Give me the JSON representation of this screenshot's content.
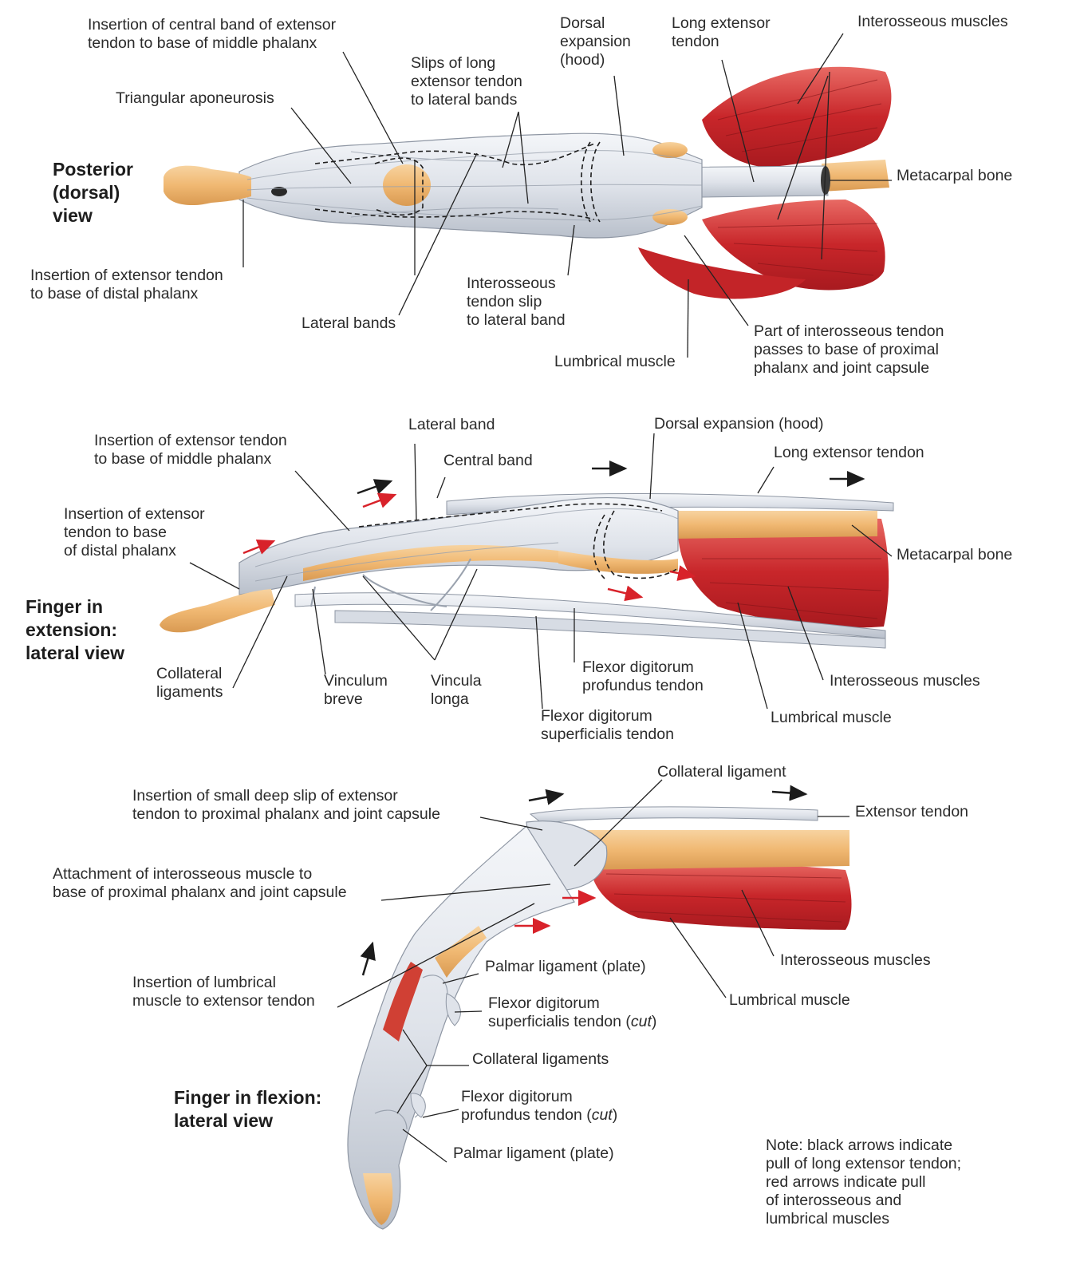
{
  "colors": {
    "muscle": "#c8262a",
    "muscle_light": "#e0595a",
    "bone": "#f0b872",
    "tendon": "#e6e9ee",
    "tendon_shade": "#aab1bd",
    "arrow_black": "#1b1b1b",
    "arrow_red": "#d8222a",
    "text": "#2b2b2b"
  },
  "dorsal": {
    "title": "Posterior\n(dorsal)\nview",
    "labels": {
      "central_band": "Insertion of central band of extensor\ntendon to base of middle phalanx",
      "dorsal_expansion": "Dorsal\nexpansion\n(hood)",
      "long_extensor": "Long extensor\ntendon",
      "interosseous_muscles": "Interosseous muscles",
      "slips": "Slips of long\nextensor tendon\nto lateral bands",
      "triangular": "Triangular aponeurosis",
      "metacarpal": "Metacarpal bone",
      "insertion_distal": "Insertion of extensor tendon\nto base of distal phalanx",
      "interosseous_slip": "Interosseous\ntendon slip\nto lateral band",
      "lateral_bands": "Lateral bands",
      "part_interosseous": "Part of interosseous tendon\npasses to base of proximal\nphalanx and joint capsule",
      "lumbrical": "Lumbrical muscle"
    }
  },
  "extension": {
    "title": "Finger in\nextension:\nlateral view",
    "labels": {
      "lateral_band": "Lateral band",
      "dorsal_expansion": "Dorsal expansion (hood)",
      "insertion_middle": "Insertion of extensor tendon\nto base of middle phalanx",
      "central_band": "Central band",
      "long_extensor": "Long extensor tendon",
      "insertion_distal": "Insertion of extensor\ntendon to base\nof distal phalanx",
      "metacarpal": "Metacarpal bone",
      "collateral": "Collateral\nligaments",
      "vinculum_breve": "Vinculum\nbreve",
      "vincula_longa": "Vincula\nlonga",
      "fdp": "Flexor digitorum\nprofundus tendon",
      "interosseous": "Interosseous muscles",
      "fds": "Flexor digitorum\nsuperficialis tendon",
      "lumbrical": "Lumbrical muscle"
    }
  },
  "flexion": {
    "title": "Finger in flexion:\nlateral view",
    "labels": {
      "collateral_ligament": "Collateral ligament",
      "small_slip": "Insertion of small deep slip of extensor\ntendon to proximal phalanx and joint capsule",
      "extensor_tendon": "Extensor tendon",
      "attachment": "Attachment of interosseous muscle to\nbase of proximal phalanx and joint capsule",
      "interosseous": "Interosseous muscles",
      "palmar_plate_1": "Palmar ligament (plate)",
      "lumbrical_insertion": "Insertion of lumbrical\nmuscle to extensor tendon",
      "lumbrical": "Lumbrical muscle",
      "fds_cut_prefix": "Flexor digitorum\nsuperficialis tendon (",
      "cut_word": "cut",
      "cut_close": ")",
      "collateral_ligaments": "Collateral ligaments",
      "fdp_cut_prefix": "Flexor digitorum\nprofundus tendon (",
      "palmar_plate_2": "Palmar ligament (plate)"
    }
  },
  "note": "Note: black arrows indicate\npull of long extensor tendon;\nred arrows indicate pull\nof interosseous and\nlumbrical muscles"
}
